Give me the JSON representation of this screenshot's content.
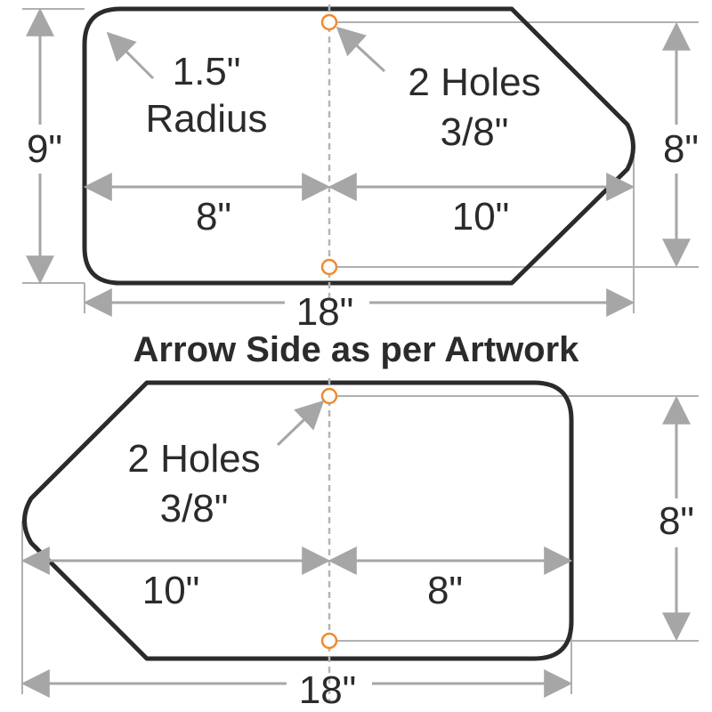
{
  "colors": {
    "outline": "#2b2b2b",
    "dimension": "#a6a6a6",
    "hole": "#f08a30"
  },
  "top": {
    "height_left": "9\"",
    "height_right": "8\"",
    "left_width": "8\"",
    "right_width": "10\"",
    "total_width": "18\"",
    "radius_value": "1.5\"",
    "radius_label": "Radius",
    "holes_label": "2 Holes",
    "holes_size": "3/8\""
  },
  "title": "Arrow Side as per Artwork",
  "bottom": {
    "height_right": "8\"",
    "left_width": "10\"",
    "right_width": "8\"",
    "total_width": "18\"",
    "holes_label": "2 Holes",
    "holes_size": "3/8\""
  }
}
